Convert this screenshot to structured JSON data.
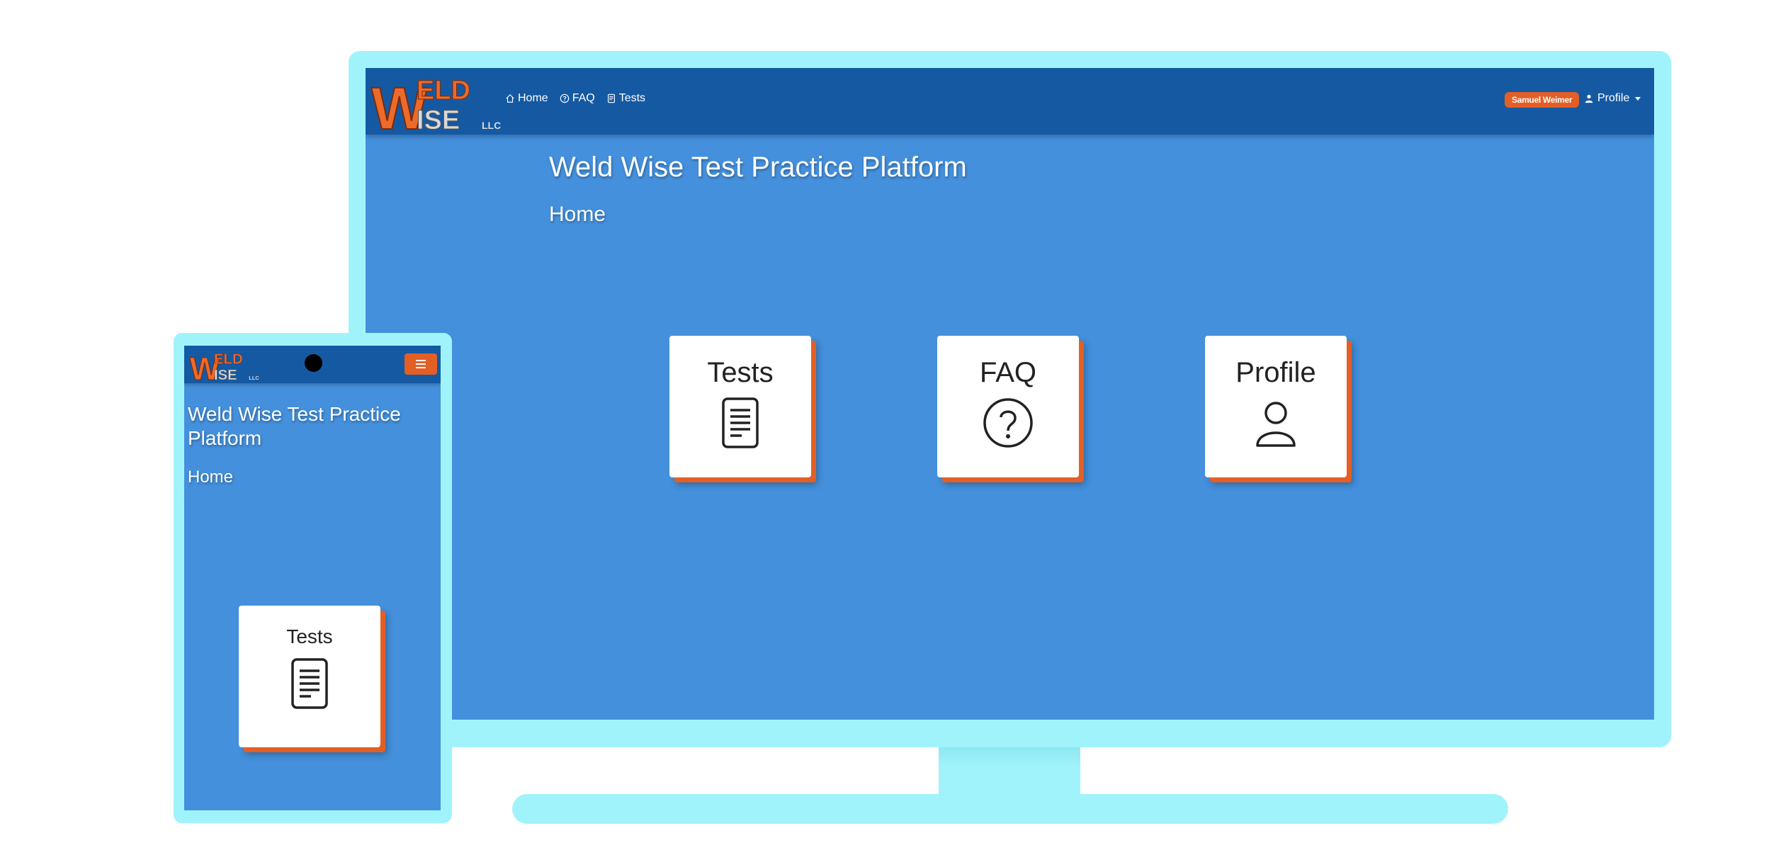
{
  "brand": {
    "logo_top": "ELD",
    "logo_bottom": "ISE",
    "logo_w": "W",
    "logo_suffix": "LLC"
  },
  "desktop": {
    "nav": {
      "home_label": "Home",
      "faq_label": "FAQ",
      "tests_label": "Tests"
    },
    "user_badge": "Samuel Weimer",
    "profile_label": "Profile",
    "page_title": "Weld Wise Test Practice Platform",
    "page_subtitle": "Home",
    "cards": [
      {
        "label": "Tests",
        "icon": "document-icon"
      },
      {
        "label": "FAQ",
        "icon": "question-icon"
      },
      {
        "label": "Profile",
        "icon": "person-icon"
      }
    ]
  },
  "mobile": {
    "page_title": "Weld Wise Test Practice Platform",
    "page_subtitle": "Home",
    "cards": [
      {
        "label": "Tests",
        "icon": "document-icon"
      }
    ]
  },
  "colors": {
    "frame": "#a1f3fb",
    "navbar": "#1559a3",
    "background": "#4490dc",
    "accent": "#e35f26"
  }
}
